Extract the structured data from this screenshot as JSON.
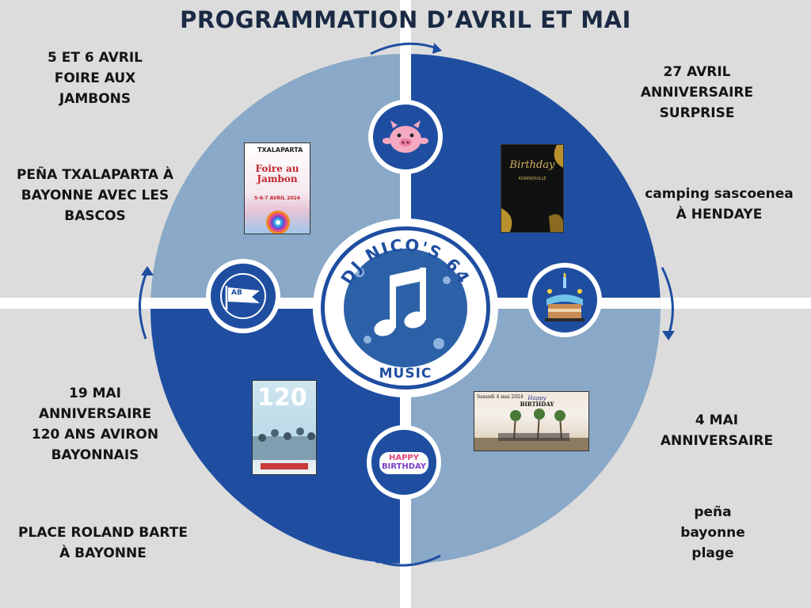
{
  "title": "PROGRAMMATION D’AVRIL ET MAI",
  "events": {
    "apr5_date": "5 ET 6 AVRIL",
    "apr5_name": "FOIRE AUX JAMBONS",
    "apr5_place": "PEÑA TXALAPARTA À BAYONNE AVEC LES BASCOS",
    "apr27_date": "27 AVRIL",
    "apr27_name": "ANNIVERSAIRE SURPRISE",
    "apr27_place": "camping sascoenea À HENDAYE",
    "may19_date": "19 MAI",
    "may19_name": "ANNIVERSAIRE 120 ANS AVIRON BAYONNAIS",
    "may19_place": "PLACE ROLAND BARTE À BAYONNE",
    "may4_date": "4 MAI",
    "may4_name": "ANNIVERSAIRE",
    "may4_place": "peña bayonne plage"
  },
  "center_logo": {
    "brand": "DJ NICO'S 64",
    "sub": "MUSIC"
  },
  "posters": {
    "foire": {
      "brand": "TXALAPARTA",
      "title_line1": "Foire au",
      "title_line2": "Jambon",
      "date": "5-6-7 AVRIL 2024"
    },
    "birthday_dark": {
      "title": "Birthday",
      "sub": "KORENOUILLE"
    },
    "aviron": {
      "number": "120"
    },
    "beach": {
      "left_text": "Samedi 4 mai 2024",
      "head_line1": "Happy",
      "head_line2": "BIRTHDAY"
    }
  },
  "badges": {
    "bottom_line1": "HAPPY",
    "bottom_line2": "BIRTHDAY",
    "left_flag": "AB"
  },
  "colors": {
    "dark_blue": "#1f4ea1",
    "light_blue": "#8aa8c7",
    "background": "#dcdcdc",
    "title": "#1b2a44"
  },
  "icons": {
    "top": "pig-icon",
    "left": "flag-icon",
    "right": "birthday-cake-icon",
    "bottom": "happy-birthday-badge-icon",
    "center": "music-note-icon"
  }
}
